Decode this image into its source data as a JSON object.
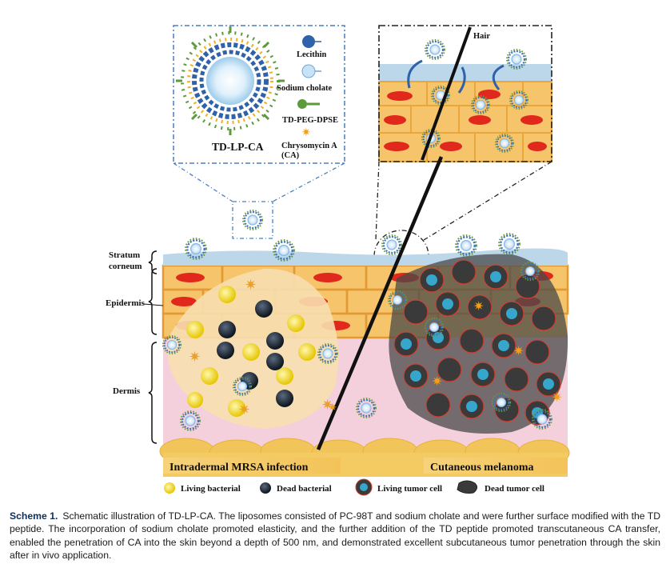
{
  "scheme": {
    "liposome": {
      "name": "TD-LP-CA",
      "legend": [
        {
          "label": "Lecithin",
          "icon": "lecithin-icon"
        },
        {
          "label": "Sodium cholate",
          "icon": "sodium-cholate-icon"
        },
        {
          "label": "TD-PEG-DPSE",
          "icon": "td-peg-dpse-icon"
        },
        {
          "label": "Chrysomycin A",
          "label2": "(CA)",
          "icon": "chrysomycin-icon"
        }
      ]
    },
    "zoom_label": "Hair",
    "layers": {
      "stratum": "Stratum",
      "corneum": "corneum",
      "epidermis": "Epidermis",
      "dermis": "Dermis"
    },
    "infection_label": "Intradermal MRSA infection",
    "melanoma_label": "Cutaneous melanoma",
    "bottom_legend": [
      {
        "label": "Living bacterial",
        "icon": "living-bacteria-icon"
      },
      {
        "label": "Dead bacterial",
        "icon": "dead-bacteria-icon"
      },
      {
        "label": "Living tumor cell",
        "icon": "living-tumor-cell-icon"
      },
      {
        "label": "Dead tumor cell",
        "icon": "dead-tumor-cell-icon"
      }
    ],
    "colors": {
      "dash_frame": "#4a7fc0",
      "stratum": "#bcd6ea",
      "epidermis": "#f0a030",
      "dermis": "#f4d0dc",
      "fat": "#f2c55a",
      "red_cell": "#e0281c"
    }
  },
  "caption": {
    "label": "Scheme 1.",
    "text": "Schematic illustration of TD-LP-CA. The liposomes consisted of PC-98T and sodium cholate and were further surface modified with the TD peptide. The incorporation of sodium cholate promoted elasticity, and the further addition of the TD peptide promoted transcutaneous CA transfer, enabled the penetration of CA into the skin beyond a depth of 500 nm, and demonstrated excellent subcutaneous tumor penetration through the skin after in vivo application."
  }
}
